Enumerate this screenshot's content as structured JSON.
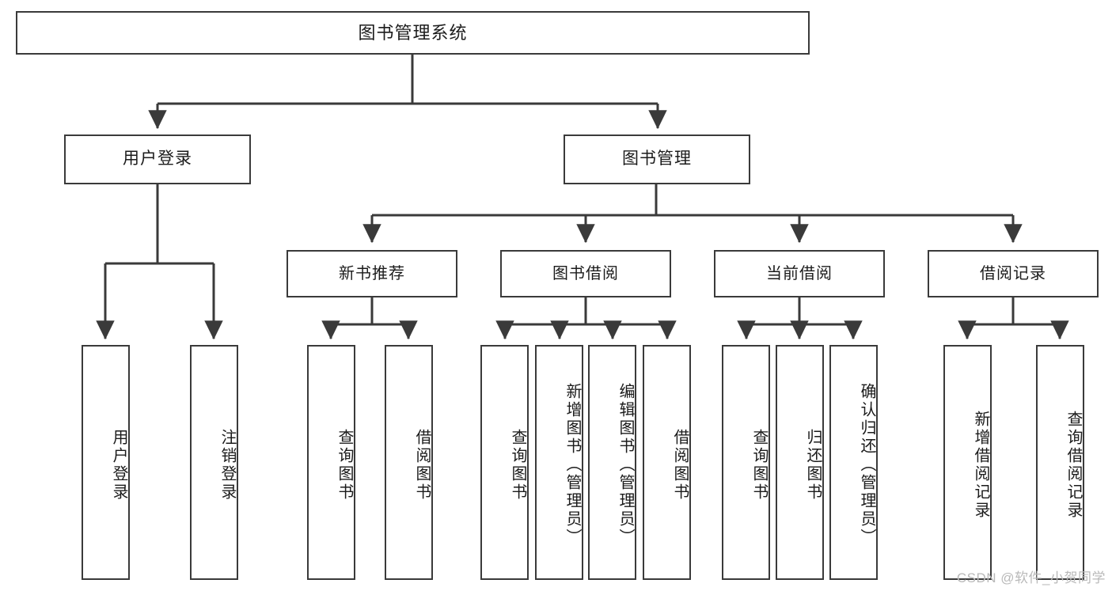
{
  "diagram": {
    "title": "图书管理系统",
    "type": "tree-hierarchy",
    "watermark": "CSDN @软件_小贺同学",
    "colors": {
      "stroke": "#3a3a3a",
      "fill": "#ffffff",
      "text": "#1b1b1b",
      "watermark": "#b9b9b9"
    },
    "root": {
      "label": "图书管理系统"
    },
    "level2": [
      {
        "label": "用户登录"
      },
      {
        "label": "图书管理"
      }
    ],
    "level3": [
      {
        "label": "新书推荐"
      },
      {
        "label": "图书借阅"
      },
      {
        "label": "当前借阅"
      },
      {
        "label": "借阅记录"
      }
    ],
    "leaves": {
      "user_login": [
        {
          "label": "用户登录"
        },
        {
          "label": "注销登录"
        }
      ],
      "new_book": [
        {
          "label": "查询图书"
        },
        {
          "label": "借阅图书"
        }
      ],
      "book_borrow": [
        {
          "label": "查询图书"
        },
        {
          "label": "新增图书（管理员）"
        },
        {
          "label": "编辑图书（管理员）"
        },
        {
          "label": "借阅图书"
        }
      ],
      "current_borrow": [
        {
          "label": "查询图书"
        },
        {
          "label": "归还图书"
        },
        {
          "label": "确认归还（管理员）"
        }
      ],
      "borrow_record": [
        {
          "label": "新增借阅记录"
        },
        {
          "label": "查询借阅记录"
        }
      ]
    }
  }
}
